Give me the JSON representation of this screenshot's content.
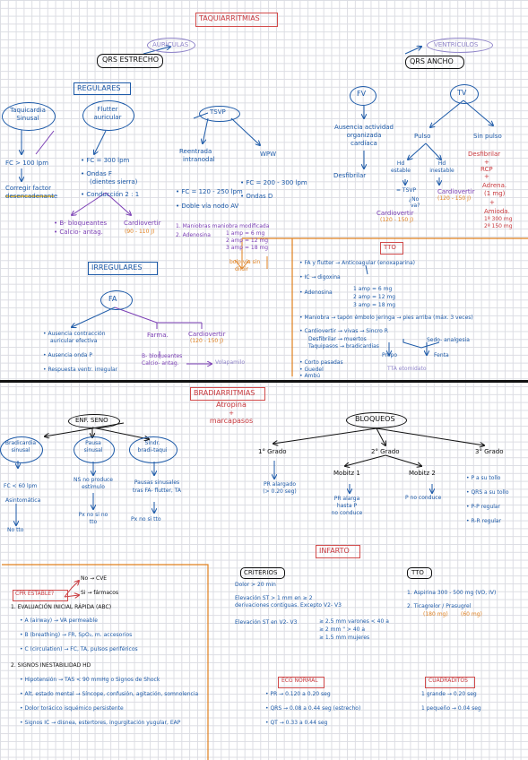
{
  "taqui": {
    "title": "TAQUIARRITMIAS",
    "auriculas": "AURÍCULAS",
    "ventriculos": "VENTRÍCULOS",
    "qrs_estrecho": "QRS ESTRECHO",
    "qrs_ancho": "QRS ANCHO",
    "regulares": "REGULARES",
    "irregulares": "IRREGULARES",
    "taq_sinusal": [
      "Taquicardia",
      "Sinusal"
    ],
    "flutter": [
      "Flutter",
      "auricular"
    ],
    "tsvp": "TSVP",
    "fc_sinusal": "FC > 100 lpm",
    "corregir": [
      "Corregir factor",
      "desencadenante"
    ],
    "fc_flutter": "• FC = 300 lpm",
    "ondas_f": [
      "• Ondas F",
      "(dientes sierra)"
    ],
    "conduccion": "• Conducción 2 : 1",
    "b_bloq": "• B- bloqueantes",
    "calcio": "• Calcio- antag.",
    "cardiov_flutter": [
      "Cardiovertir",
      "(90 - 110 J)"
    ],
    "reentrada": [
      "Reentrada",
      "intranodal"
    ],
    "wpw": "WPW",
    "fc_reentrada": "• FC = 120 - 250 lpm",
    "doble_via": "• Doble vía nodo AV",
    "fc_wpw": "• FC = 200 - 300 lpm",
    "ondas_d": "• Ondas D",
    "maniobras": "1. Maniobras maniobra modificada",
    "adenosina": "2. Adenosina",
    "dosis": [
      "1 amp = 6 mg",
      "2 amp = 12 mg",
      "3 amp = 18 mg"
    ],
    "bolo": [
      "bolo vía sin",
      "diluir"
    ],
    "fv": "FV",
    "tv": "TV",
    "ausencia": [
      "Ausencia actividad",
      "organizada",
      "cardíaca"
    ],
    "desfibrilar_fv": "Desfibrilar",
    "pulso": "Pulso",
    "sin_pulso": "Sin pulso",
    "hd_estable": [
      "Hd",
      "estable"
    ],
    "hd_inestable": [
      "Hd",
      "inestable"
    ],
    "tsvp_q": "= TSVP",
    "no_va": [
      "¿No",
      "va?"
    ],
    "cardiov_estable": [
      "Cardiovertir",
      "(120 - 150 J)"
    ],
    "cardiov_inestable": [
      "Cardiovertir",
      "(120 - 150 J)"
    ],
    "desf_sinpulso": [
      "Desfibrilar",
      "+",
      "RCP",
      "+"
    ],
    "adrena": [
      "Adrena.",
      "(1 mg)",
      "+"
    ],
    "amioda": [
      "Amioda.",
      "1ª 300 mg",
      "2ª 150 mg"
    ],
    "tto": "TTO",
    "tto_items": [
      "• FA y flutter → Anticoagular (enoxaparina)",
      "• IC → digoxina",
      "• Adenosina",
      "• Maniobra → tapón émbolo jeringa → pies arriba (máx. 3 veces)",
      "• Cardiovertir → vivas → Sincro R",
      "Desfibrilar → muertos",
      "Taquipasos → bradicardias"
    ],
    "tto_dosis": [
      "1 amp = 6 mg",
      "2 amp = 12 mg",
      "3 amp = 18 mg"
    ],
    "sedo": "Sedo- analgesia",
    "propo": "Propo",
    "fenta": "Fenta",
    "tto_extra": [
      "• Corto pasadas",
      "• Guedel",
      "• Ambú"
    ],
    "tta": "TTA etomidato",
    "fa": "FA",
    "fa_left": [
      "• Ausencia contracción",
      "auricular efectiva",
      "• Ausencia onda P",
      "• Respuesta ventr. irregular"
    ],
    "farma": "Farma.",
    "cardiov_fa": [
      "Cardiovertir",
      "(120 - 150 J)"
    ],
    "fa_bbloq": [
      "B- bloqueantes",
      "Calcio- antag."
    ],
    "volapamilo": "Volapamilo"
  },
  "bradi": {
    "title": "BRADIARRITMIAS",
    "atropina": [
      "Atropina",
      "+",
      "marcapasos"
    ],
    "enf_seno": "ENF. SENO",
    "bloqueos": "BLOQUEOS",
    "bradi_sinusal": [
      "Bradicardia",
      "sinusal"
    ],
    "pausa": [
      "Pausa",
      "sinusal"
    ],
    "sindrome": [
      "Síndr.",
      "bradi-taqui"
    ],
    "fc60": "FC < 60 lpm",
    "asint": "Asintomática",
    "no_tto": "No tto",
    "ns_produce": [
      "NS no produce",
      "estímulo"
    ],
    "px_no_tto": [
      "Px no si no",
      "tto"
    ],
    "pausas": [
      "Pausas sinusales",
      "tras FA- flutter, TA"
    ],
    "px_si_tto": "Px no si tto",
    "grado1": "1° Grado",
    "grado2": "2° Grado",
    "grado3": "3° Grado",
    "pr_alargado": [
      "PR alargado",
      "(> 0.20 seg)"
    ],
    "mobitz1": "Mobitz 1",
    "mobitz2": "Mobitz 2",
    "pr_alarga": [
      "PR alarga",
      "hasta P",
      "no conduce"
    ],
    "p_no_conduce": "P no conduce",
    "g3_items": [
      "• P a su tollo",
      "• QRS a su tollo",
      "• P-P regular",
      "• R-R regular"
    ]
  },
  "infarto": {
    "title": "INFARTO",
    "criterios": "CRITERIOS",
    "dolor": "Dolor > 20 min",
    "elevacion1": [
      "Elevación ST > 1 mm en ≥ 2",
      "derivaciones contiguas. Excepto V2- V3"
    ],
    "elevacion2": "Elevación ST en V2- V3",
    "elev_items": [
      "≥ 2.5 mm varones < 40 a",
      "≥ 2 mm \" > 40 a",
      "≥ 1.5 mm mujeres"
    ],
    "tto": "TTO",
    "aspirina": "1. Aspirina 300 - 500 mg (VO, IV)",
    "ticagrelor": "2. Ticagrelor / Prasugrel",
    "ticag_dosis": [
      "(180 mg)",
      "(60 mg)"
    ],
    "cpr": "CPR ESTABLE?",
    "no_cve": "No → CVE",
    "si_farmacos": "Si → fármacos",
    "eval": "1. EVALUACIÓN INICIAL RÁPIDA (ABC)",
    "eval_items": [
      "• A (airway) → VA permeable",
      "• B (breathing) → FR, SpO₂, m. accesorios",
      "• C (circulation) → FC, TA, pulsos periféricos"
    ],
    "signos": "2. SIGNOS INESTABILIDAD HD",
    "signos_items": [
      "• Hipotensión → TAS < 90 mmHg o Signos de Shock",
      "• Alt. estado mental → Síncope, confusión, agitación, somnolencia",
      "• Dolor torácico isquémico persistente",
      "• Signos IC → disnea, estertores, ingurgitación yugular, EAP"
    ],
    "ecg": "ECG NORMAL",
    "ecg_items": [
      "• PR → 0.120 a 0.20 seg",
      "• QRS → 0.08 a 0.44 seg (estrecho)",
      "• QT → 0.33 a 0.44 seg"
    ],
    "cuadraditos": "CUADRADITOS",
    "cuad_items": [
      "1 grande → 0.20 seg",
      "1 pequeño → 0.04 seg"
    ]
  }
}
